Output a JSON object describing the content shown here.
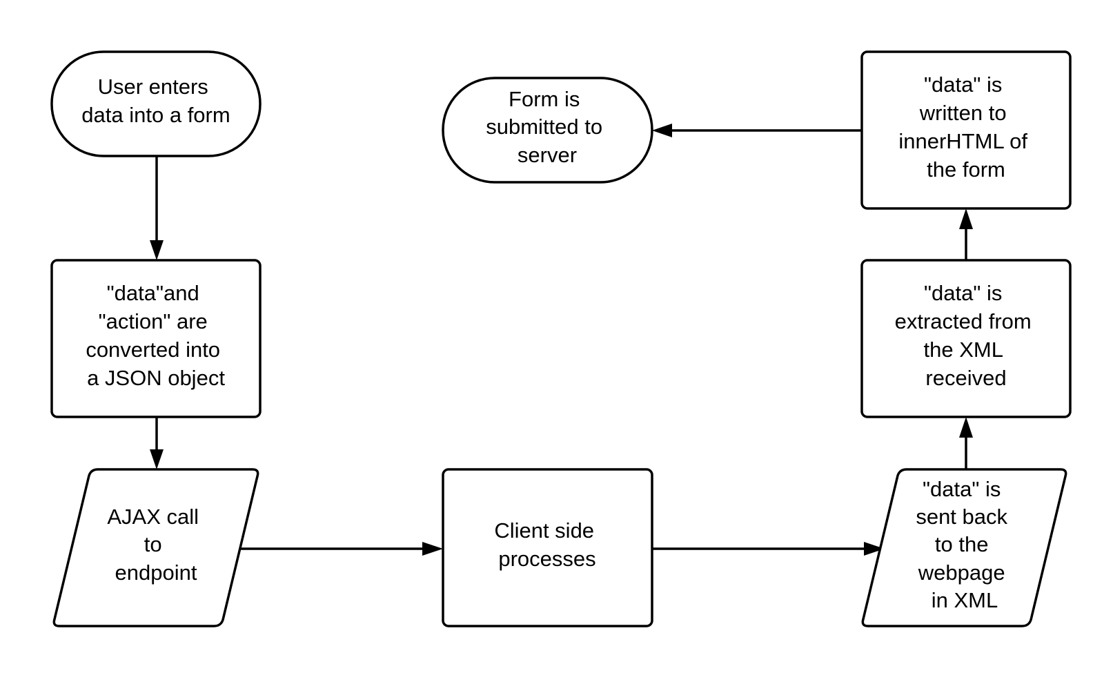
{
  "diagram": {
    "type": "flowchart",
    "nodes": [
      {
        "id": "user_enters",
        "shape": "terminator",
        "lines": [
          "User enters",
          "data into a form"
        ]
      },
      {
        "id": "converted",
        "shape": "process",
        "lines": [
          "\"data\"and",
          "\"action\" are",
          "converted into",
          "a JSON object"
        ]
      },
      {
        "id": "ajax_call",
        "shape": "data-io",
        "lines": [
          "AJAX call",
          "to",
          "endpoint"
        ]
      },
      {
        "id": "client_side",
        "shape": "process",
        "lines": [
          "Client side",
          "processes"
        ]
      },
      {
        "id": "sent_back",
        "shape": "data-io",
        "lines": [
          "\"data\" is",
          "sent back",
          "to the",
          "webpage",
          "in XML"
        ]
      },
      {
        "id": "extracted",
        "shape": "process",
        "lines": [
          "\"data\" is",
          "extracted from",
          "the XML",
          "received"
        ]
      },
      {
        "id": "written",
        "shape": "process",
        "lines": [
          "\"data\" is",
          "written to",
          "innerHTML of",
          "the form"
        ]
      },
      {
        "id": "submitted",
        "shape": "terminator",
        "lines": [
          "Form is",
          "submitted to",
          "server"
        ]
      }
    ],
    "edges": [
      {
        "from": "user_enters",
        "to": "converted"
      },
      {
        "from": "converted",
        "to": "ajax_call"
      },
      {
        "from": "ajax_call",
        "to": "client_side"
      },
      {
        "from": "client_side",
        "to": "sent_back"
      },
      {
        "from": "sent_back",
        "to": "extracted"
      },
      {
        "from": "extracted",
        "to": "written"
      },
      {
        "from": "written",
        "to": "submitted"
      }
    ],
    "colors": {
      "stroke": "#000000",
      "fill": "#ffffff",
      "text": "#000000"
    }
  }
}
